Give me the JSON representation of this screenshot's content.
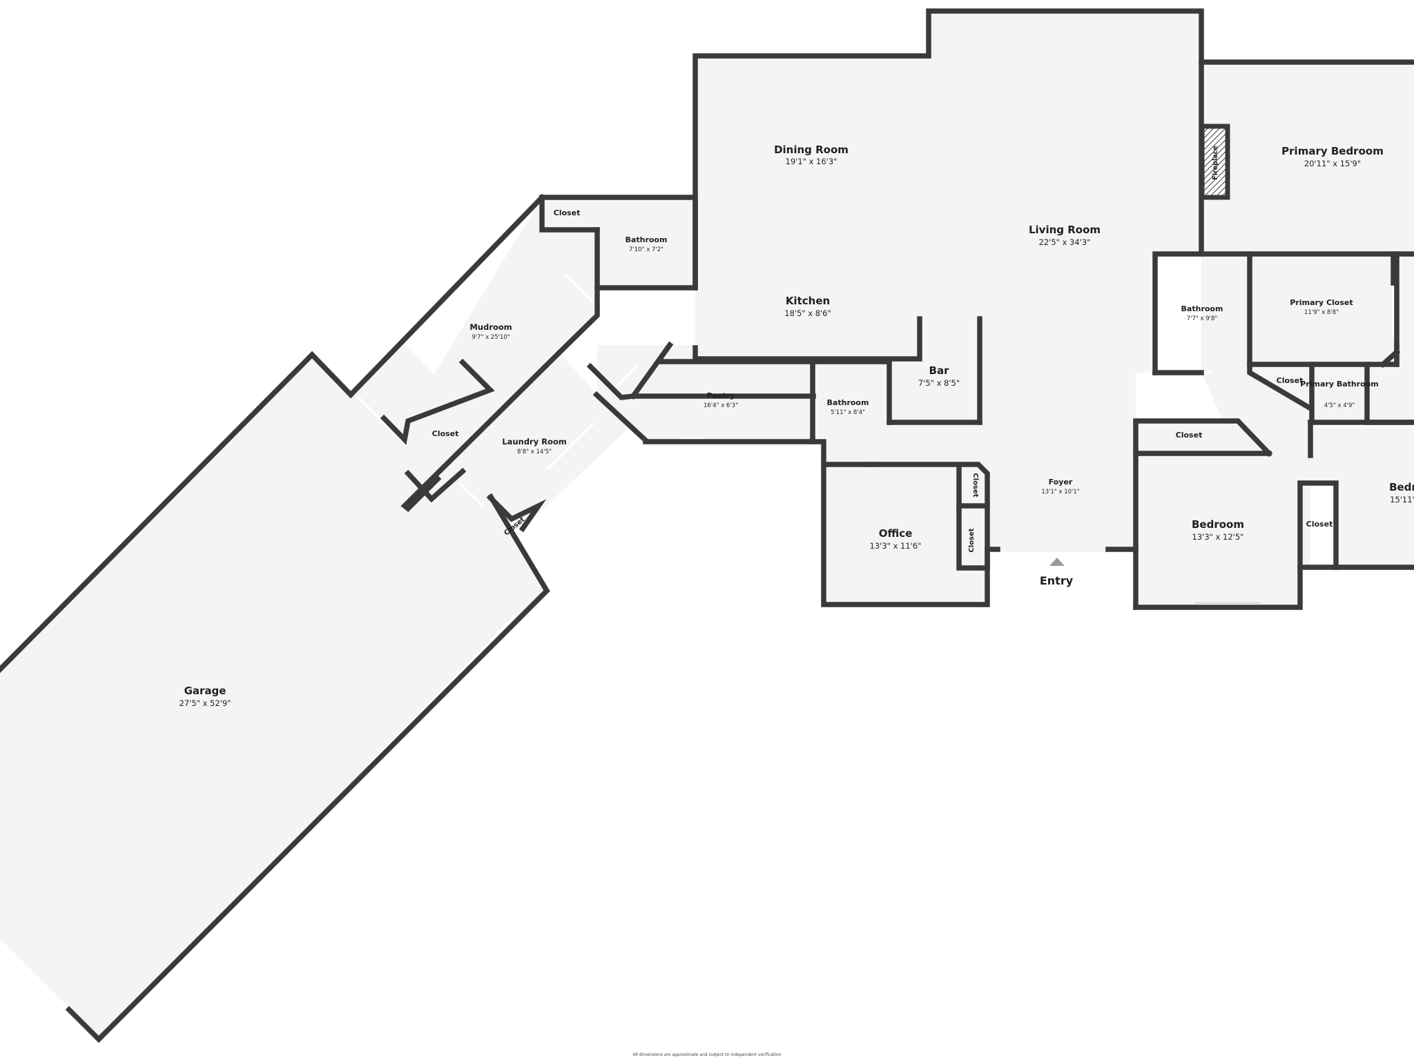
{
  "rooms": {
    "dining_room": {
      "name": "Dining Room",
      "dims": "19'1\" x 16'3\""
    },
    "living_room": {
      "name": "Living Room",
      "dims": "22'5\" x 34'3\""
    },
    "kitchen": {
      "name": "Kitchen",
      "dims": "18'5\" x 8'6\""
    },
    "primary_bedroom": {
      "name": "Primary Bedroom",
      "dims": "20'11\" x 15'9\""
    },
    "fireplace": {
      "name": "Fireplace"
    },
    "bathroom_upper": {
      "name": "Bathroom",
      "dims": "7'10\" x 7'2\""
    },
    "closet_mud_top": {
      "name": "Closet"
    },
    "mudroom": {
      "name": "Mudroom",
      "dims": "9'7\" x 25'10\""
    },
    "closet_mud": {
      "name": "Closet"
    },
    "laundry_room": {
      "name": "Laundry Room",
      "dims": "8'8\" x 14'5\""
    },
    "closet_laundry": {
      "name": "Closet"
    },
    "pantry": {
      "name": "Pantry",
      "dims": "16'4\" x 6'3\""
    },
    "bathroom_mid": {
      "name": "Bathroom",
      "dims": "5'11\" x 8'4\""
    },
    "bar": {
      "name": "Bar",
      "dims": "7'5\" x 8'5\""
    },
    "bathroom_right": {
      "name": "Bathroom",
      "dims": "7'7\" x 9'8\""
    },
    "primary_closet": {
      "name": "Primary Closet",
      "dims": "11'9\" x 8'8\""
    },
    "closet_hall": {
      "name": "Closet"
    },
    "primary_bathroom": {
      "name": "Primary Bathroom",
      "dims": "4'5\" x 4'9\""
    },
    "closet_bedroom_top": {
      "name": "Closet"
    },
    "bedroom": {
      "name": "Bedroom",
      "dims": "13'3\" x 12'5\""
    },
    "closet_bedroom_side": {
      "name": "Closet"
    },
    "bedroom_partial": {
      "name": "Bedr",
      "dims": "15'11\""
    },
    "foyer": {
      "name": "Foyer",
      "dims": "13'1\" x 10'1\""
    },
    "office": {
      "name": "Office",
      "dims": "13'3\" x 11'6\""
    },
    "closet_office_top": {
      "name": "Closet"
    },
    "closet_office_bottom": {
      "name": "Closet"
    },
    "garage": {
      "name": "Garage",
      "dims": "27'5\" x 52'9\""
    }
  },
  "entry": {
    "label": "Entry"
  },
  "footer": {
    "disclaimer": "All dimensions are approximate and subject to independent verification"
  },
  "colors": {
    "wall": "#3a3a3a",
    "floor": "#f4f4f4",
    "background": "#ffffff"
  }
}
